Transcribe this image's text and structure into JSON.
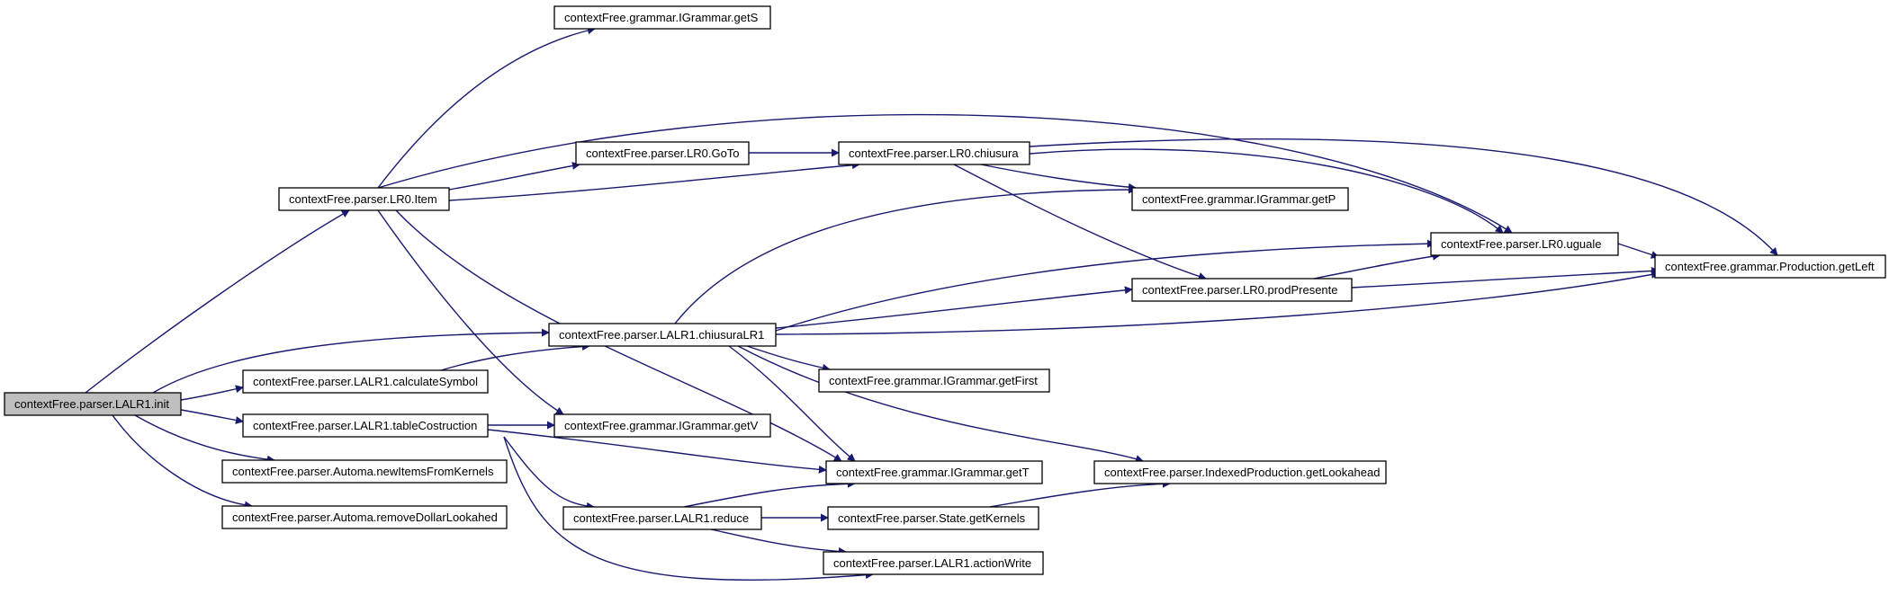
{
  "colors": {
    "edge": "#191970",
    "root_fill": "#bfbfbf",
    "node_fill": "#ffffff",
    "border": "#000000"
  },
  "nodes": [
    {
      "id": "init",
      "label": "contextFree.parser.LALR1.init",
      "root": true
    },
    {
      "id": "item",
      "label": "contextFree.parser.LR0.Item"
    },
    {
      "id": "calcSym",
      "label": "contextFree.parser.LALR1.calculateSymbol"
    },
    {
      "id": "tableCost",
      "label": "contextFree.parser.LALR1.tableCostruction"
    },
    {
      "id": "newItems",
      "label": "contextFree.parser.Automa.newItemsFromKernels"
    },
    {
      "id": "removeDollar",
      "label": "contextFree.parser.Automa.removeDollarLookahed"
    },
    {
      "id": "getS",
      "label": "contextFree.grammar.IGrammar.getS"
    },
    {
      "id": "goTo",
      "label": "contextFree.parser.LR0.GoTo"
    },
    {
      "id": "chiusuraLR1",
      "label": "contextFree.parser.LALR1.chiusuraLR1"
    },
    {
      "id": "getV",
      "label": "contextFree.grammar.IGrammar.getV"
    },
    {
      "id": "reduce",
      "label": "contextFree.parser.LALR1.reduce"
    },
    {
      "id": "chiusura",
      "label": "contextFree.parser.LR0.chiusura"
    },
    {
      "id": "getFirst",
      "label": "contextFree.grammar.IGrammar.getFirst"
    },
    {
      "id": "getT",
      "label": "contextFree.grammar.IGrammar.getT"
    },
    {
      "id": "getKernels",
      "label": "contextFree.parser.State.getKernels"
    },
    {
      "id": "actionWrite",
      "label": "contextFree.parser.LALR1.actionWrite"
    },
    {
      "id": "getP",
      "label": "contextFree.grammar.IGrammar.getP"
    },
    {
      "id": "prodPresente",
      "label": "contextFree.parser.LR0.prodPresente"
    },
    {
      "id": "getLookahead",
      "label": "contextFree.parser.IndexedProduction.getLookahead"
    },
    {
      "id": "uguale",
      "label": "contextFree.parser.LR0.uguale"
    },
    {
      "id": "getLeft",
      "label": "contextFree.grammar.Production.getLeft"
    }
  ],
  "edges": [
    {
      "from": "init",
      "to": "item"
    },
    {
      "from": "init",
      "to": "chiusuraLR1"
    },
    {
      "from": "init",
      "to": "calcSym"
    },
    {
      "from": "init",
      "to": "tableCost"
    },
    {
      "from": "init",
      "to": "newItems"
    },
    {
      "from": "init",
      "to": "removeDollar"
    },
    {
      "from": "item",
      "to": "getS"
    },
    {
      "from": "item",
      "to": "goTo"
    },
    {
      "from": "item",
      "to": "chiusura"
    },
    {
      "from": "item",
      "to": "uguale"
    },
    {
      "from": "item",
      "to": "getV"
    },
    {
      "from": "item",
      "to": "getT"
    },
    {
      "from": "goTo",
      "to": "chiusura"
    },
    {
      "from": "chiusura",
      "to": "getP"
    },
    {
      "from": "chiusura",
      "to": "uguale"
    },
    {
      "from": "chiusura",
      "to": "prodPresente"
    },
    {
      "from": "chiusura",
      "to": "getLeft"
    },
    {
      "from": "calcSym",
      "to": "chiusuraLR1"
    },
    {
      "from": "chiusuraLR1",
      "to": "getP"
    },
    {
      "from": "chiusuraLR1",
      "to": "uguale"
    },
    {
      "from": "chiusuraLR1",
      "to": "prodPresente"
    },
    {
      "from": "chiusuraLR1",
      "to": "getLeft"
    },
    {
      "from": "chiusuraLR1",
      "to": "getFirst"
    },
    {
      "from": "chiusuraLR1",
      "to": "getT"
    },
    {
      "from": "chiusuraLR1",
      "to": "getLookahead"
    },
    {
      "from": "prodPresente",
      "to": "uguale"
    },
    {
      "from": "prodPresente",
      "to": "getLeft"
    },
    {
      "from": "uguale",
      "to": "getLeft"
    },
    {
      "from": "tableCost",
      "to": "getV"
    },
    {
      "from": "tableCost",
      "to": "getT"
    },
    {
      "from": "tableCost",
      "to": "reduce"
    },
    {
      "from": "tableCost",
      "to": "actionWrite"
    },
    {
      "from": "reduce",
      "to": "getT"
    },
    {
      "from": "reduce",
      "to": "getKernels"
    },
    {
      "from": "reduce",
      "to": "actionWrite"
    },
    {
      "from": "getKernels",
      "to": "getLookahead"
    }
  ]
}
